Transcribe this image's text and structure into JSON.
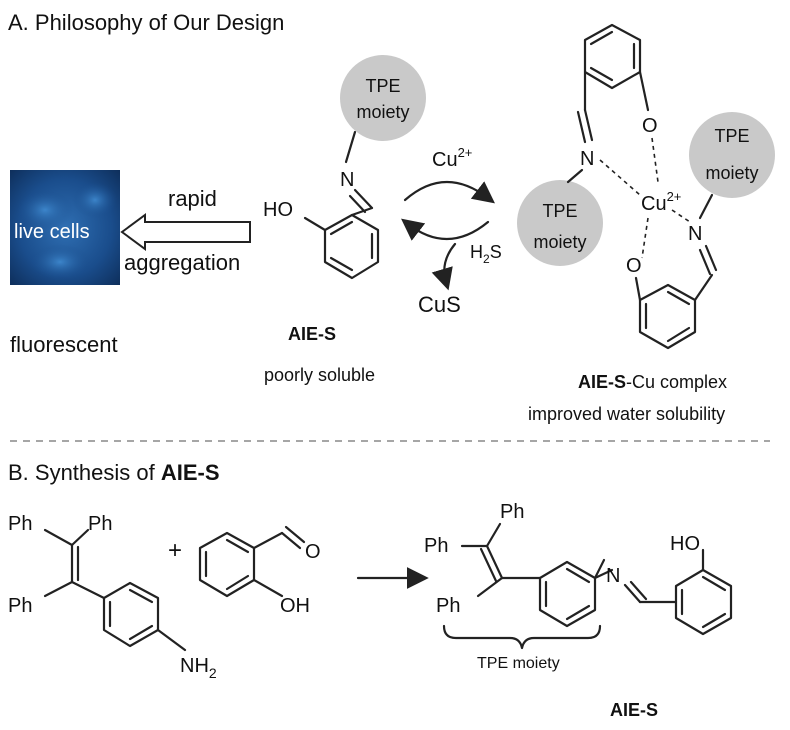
{
  "sectionA": {
    "title": "A. Philosophy of Our Design",
    "cells_label": "live cells",
    "rapid": "rapid",
    "aggregation": "aggregation",
    "fluorescent": "fluorescent",
    "tpe_moiety_line1": "TPE",
    "tpe_moiety_line2": "moiety",
    "n_atom": "N",
    "ho_group": "HO",
    "o_atom": "O",
    "cu_reagent": "Cu",
    "cu_charge": "2+",
    "h2s": "H",
    "h2s_sub": "2",
    "h2s_tail": "S",
    "cus": "CuS",
    "cu_center": "Cu",
    "aie_s": "AIE-S",
    "poorly_soluble": "poorly soluble",
    "complex_bold": "AIE-S",
    "complex_rest": "-Cu complex",
    "improved": "improved water solubility"
  },
  "sectionB": {
    "title_prefix": "B. Synthesis of ",
    "title_bold": "AIE-S",
    "ph": "Ph",
    "plus": "+",
    "nh": "NH",
    "nh_sub": "2",
    "o_atom": "O",
    "oh": "OH",
    "ho": "HO",
    "n_atom": "N",
    "tpe_moiety": "TPE moiety",
    "aie_s": "AIE-S"
  },
  "colors": {
    "circle_fill": "#c9c9c9",
    "cell_image": "#1a4d8c"
  }
}
